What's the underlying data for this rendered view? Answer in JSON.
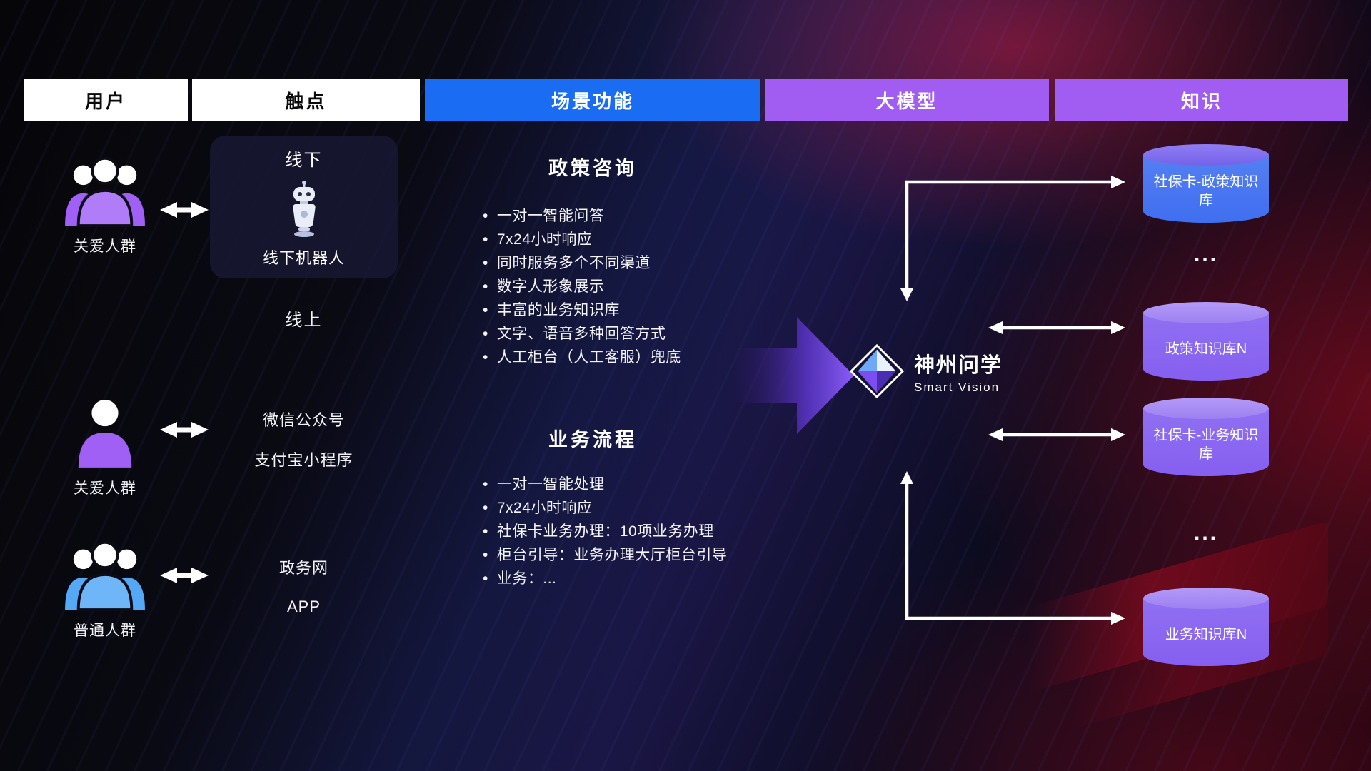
{
  "header": {
    "users": "用户",
    "touchpoints": "触点",
    "scene": "场景功能",
    "model": "大模型",
    "knowledge": "知识"
  },
  "users": {
    "group1": "关爱人群",
    "group2": "关爱人群",
    "group3": "普通人群"
  },
  "touchpoints": {
    "offline_title": "线下",
    "offline_robot": "线下机器人",
    "online_title": "线上",
    "wechat": "微信公众号",
    "alipay": "支付宝小程序",
    "gov_web": "政务网",
    "app": "APP"
  },
  "scene": {
    "section1": {
      "title": "政策咨询",
      "bullets": [
        "一对一智能问答",
        "7x24小时响应",
        "同时服务多个不同渠道",
        "数字人形象展示",
        "丰富的业务知识库",
        "文字、语音多种回答方式",
        "人工柜台（人工客服）兜底"
      ]
    },
    "section2": {
      "title": "业务流程",
      "bullets": [
        "一对一智能处理",
        "7x24小时响应",
        "社保卡业务办理：10项业务办理",
        "柜台引导：业务办理大厅柜台引导",
        "业务：..."
      ]
    }
  },
  "brand": {
    "name": "神州问学",
    "subtitle": "Smart Vision"
  },
  "knowledge": {
    "db1": "社保卡-政策知识库",
    "ellipsis1": "...",
    "db2": "政策知识库N",
    "db3": "社保卡-业务知识库",
    "ellipsis2": "...",
    "db4": "业务知识库N"
  },
  "colors": {
    "header_blue": "#1a6df2",
    "header_purple": "#a15cf2",
    "cyl_blue_body": "#3f6ef0",
    "cyl_blue_top": "#8f7cf5",
    "cyl_purple_body": "#855ff0",
    "cyl_purple_top": "#b49af8",
    "flow_arrow": "#7b4bf0",
    "user_purple": "#a060f5",
    "user_blue": "#55a8f5"
  }
}
